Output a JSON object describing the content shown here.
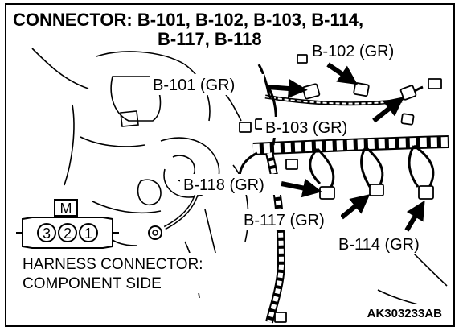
{
  "title": {
    "line1": "CONNECTOR: B-101, B-102, B-103, B-114,",
    "line2": "B-117, B-118"
  },
  "callouts": {
    "b101": "B-101 (GR)",
    "b102": "B-102 (GR)",
    "b103": "B-103 (GR)",
    "b118": "B-118 (GR)",
    "b117": "B-117 (GR)",
    "b114": "B-114 (GR)"
  },
  "connector_face": {
    "marker": "M",
    "pins": [
      "3",
      "2",
      "1"
    ]
  },
  "harness_label": {
    "line1": "HARNESS CONNECTOR:",
    "line2": "COMPONENT SIDE"
  },
  "figure_code": "AK303233AB"
}
